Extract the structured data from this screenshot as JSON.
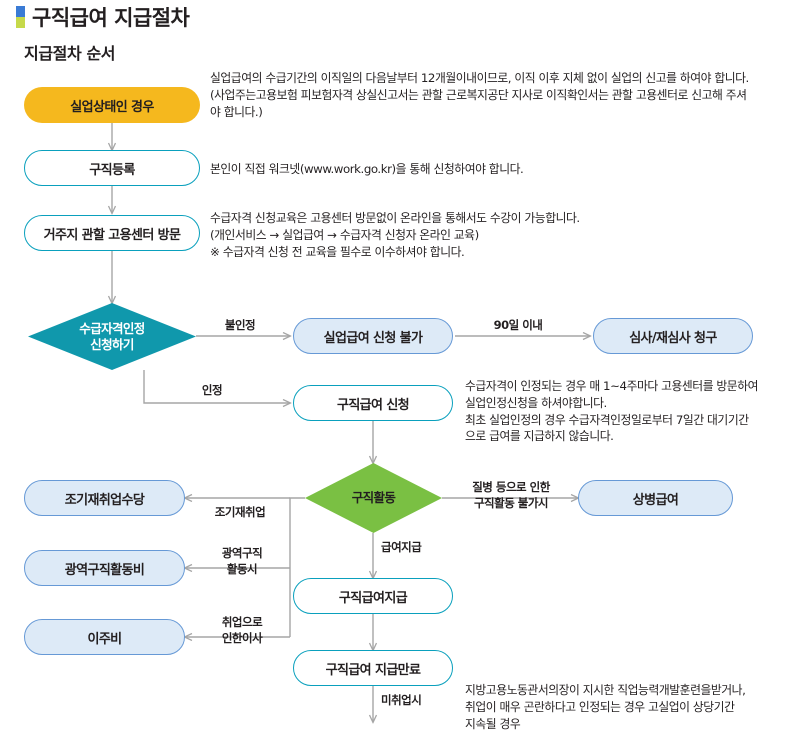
{
  "header": {
    "title": "구직급여 지급절차",
    "subtitle": "지급절차 순서",
    "mark_top_color": "#3a7bd5",
    "mark_bottom_color": "#c6d94a"
  },
  "nodes": {
    "start": "실업상태인 경우",
    "jobseek_register": "구직등록",
    "employment_center_visit": "거주지 관할 고용센터 방문",
    "eligibility_apply": "수급자격인정\n신청하기",
    "eligibility_apply_line1": "수급자격인정",
    "eligibility_apply_line2": "신청하기",
    "apply_denied": "실업급여 신청 불가",
    "review_request": "심사/재심사 청구",
    "benefit_apply": "구직급여 신청",
    "job_activity": "구직활동",
    "sickness_benefit": "상병급여",
    "early_reemployment_allowance": "조기재취업수당",
    "wide_area_job_allowance": "광역구직활동비",
    "moving_expense": "이주비",
    "benefit_payment": "구직급여지급",
    "benefit_expiry": "구직급여 지급만료"
  },
  "edge_labels": {
    "denied": "불인정",
    "approved": "인정",
    "within_90_days": "90일 이내",
    "sickness_line1": "질병 등으로 인한",
    "sickness_line2": "구직활동 불가시",
    "pay_benefit": "급여지급",
    "early_reemployment": "조기재취업",
    "wide_area_line1": "광역구직",
    "wide_area_line2": "활동시",
    "moving_line1": "취업으로",
    "moving_line2": "인한이사",
    "unemployed": "미취업시"
  },
  "descriptions": {
    "start": [
      "실업급여의 수급기간의 이직일의 다음날부터 12개월이내이므로, 이직 이후 지체 없이 실업의 신고를 하여야 합니다.",
      "(사업주는고용보험 피보험자격 상실신고서는 관할 근로복지공단 지사로 이직확인서는 관할 고용센터로 신고해 주셔",
      "야 합니다.)"
    ],
    "jobseek_register": [
      "본인이 직접 워크넷(www.work.go.kr)을 통해 신청하여야 합니다."
    ],
    "employment_center_visit": [
      "수급자격 신청교육은 고용센터 방문없이 온라인을 통해서도 수강이 가능합니다.",
      "(개인서비스 → 실업급여 → 수급자격 신청자 온라인 교육)",
      "※ 수급자격 신청 전 교육을 필수로 이수하셔야 합니다."
    ],
    "benefit_apply": [
      "수급자격이 인정되는 경우 매 1~4주마다 고용센터를 방문하여",
      "실업인정신청을 하셔야합니다.",
      "최초 실업인정의 경우 수급자격인정일로부터 7일간 대기기간",
      "으로 급여를 지급하지 않습니다."
    ],
    "benefit_expiry": [
      "지방고용노동관서의장이 지시한 직업능력개발훈련을받거나,",
      "취업이 매우 곤란하다고 인정되는 경우 고실업이 상당기간",
      "지속될 경우"
    ]
  },
  "colors": {
    "start_fill": "#f5b81e",
    "teal_border": "#0aa0bd",
    "blue_fill": "#ddeaf7",
    "blue_border": "#6699d6",
    "diamond_teal": "#1098ac",
    "diamond_green": "#7ac043",
    "connector": "#a6a6a6"
  }
}
